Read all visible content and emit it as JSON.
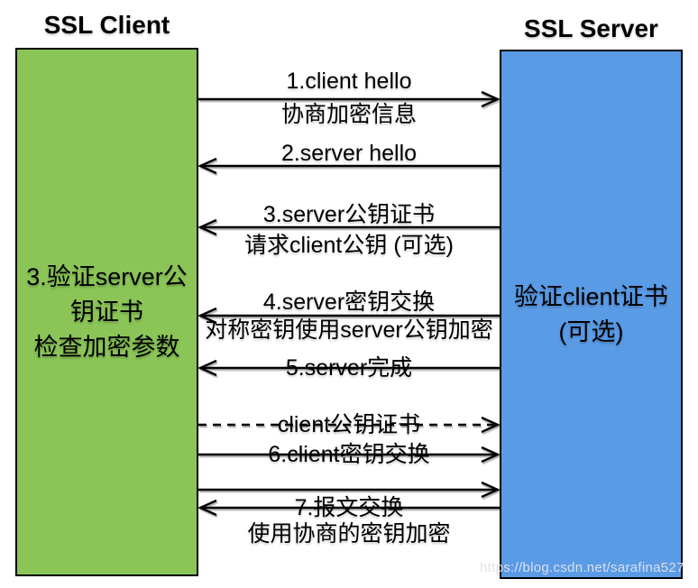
{
  "diagram": {
    "title": "SSL handshake sequence",
    "client": {
      "title": "SSL Client",
      "fill": "#8BC557",
      "body_lines": [
        "3.验证server公",
        "钥证书",
        "检查加密参数"
      ]
    },
    "server": {
      "title": "SSL Server",
      "fill": "#5A9BE6",
      "body_lines": [
        "验证client证书",
        "(可选)"
      ]
    },
    "messages": [
      {
        "id": 1,
        "label": "1.client hello",
        "sublabel": "协商加密信息",
        "direction": "client-to-server",
        "line_style": "solid"
      },
      {
        "id": 2,
        "label": "2.server hello",
        "direction": "server-to-client",
        "line_style": "solid"
      },
      {
        "id": 3,
        "label": "3.server公钥证书",
        "sublabel": "请求client公钥 (可选)",
        "direction": "server-to-client",
        "line_style": "solid"
      },
      {
        "id": 4,
        "label": "4.server密钥交换",
        "sublabel": "对称密钥使用server公钥加密",
        "direction": "server-to-client",
        "line_style": "solid"
      },
      {
        "id": 5,
        "label": "5.server完成",
        "direction": "server-to-client",
        "line_style": "solid"
      },
      {
        "id": 6,
        "label": "client公钥证书",
        "direction": "client-to-server",
        "line_style": "dashed"
      },
      {
        "id": 7,
        "label": "6.client密钥交换",
        "direction": "client-to-server",
        "line_style": "solid"
      },
      {
        "id": 8,
        "label": "",
        "direction": "client-to-server",
        "line_style": "solid"
      },
      {
        "id": 9,
        "label": "7.报文交换",
        "sublabel": "使用协商的密钥加密",
        "direction": "server-to-client",
        "line_style": "solid"
      }
    ],
    "watermark": "https://blog.csdn.net/sarafina527",
    "colors": {
      "line": "#000000",
      "background": "#ffffff"
    }
  }
}
